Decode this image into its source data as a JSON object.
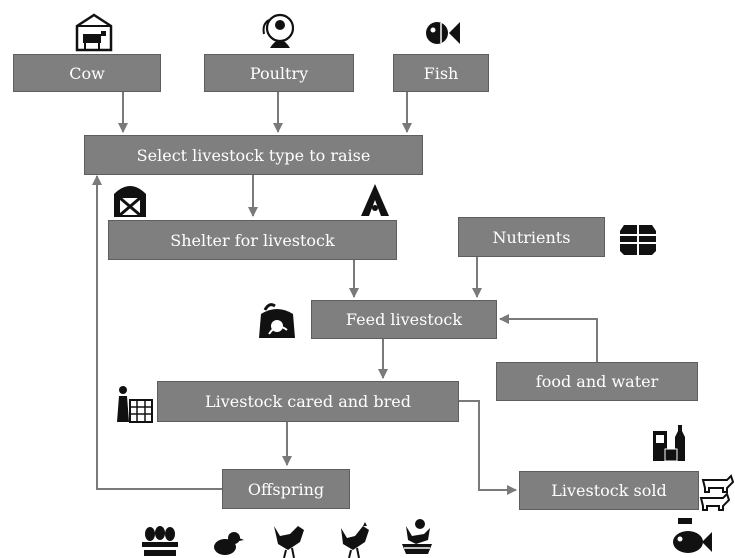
{
  "nodes": {
    "cow": "Cow",
    "poultry": "Poultry",
    "fish": "Fish",
    "select": "Select livestock type to raise",
    "shelter": "Shelter for livestock",
    "nutrients": "Nutrients",
    "feed": "Feed livestock",
    "food_water": "food and water",
    "cared": "Livestock cared and bred",
    "offspring": "Offspring",
    "sold": "Livestock sold"
  },
  "colors": {
    "box": "#7f7f7f",
    "arrow": "#7a7a7a",
    "icon": "#111111"
  },
  "icons": [
    "barn-cow-icon",
    "poultry-farmer-icon",
    "fish-icon",
    "barn-icon",
    "chicken-coop-icon",
    "feed-supplement-icon",
    "feed-bag-icon",
    "farmer-cage-icon",
    "dairy-products-icon",
    "cattle-icon",
    "eggs-icon",
    "chick-icon",
    "hen-icon",
    "rooster-icon",
    "hen-nest-icon",
    "fish-food-icon"
  ]
}
